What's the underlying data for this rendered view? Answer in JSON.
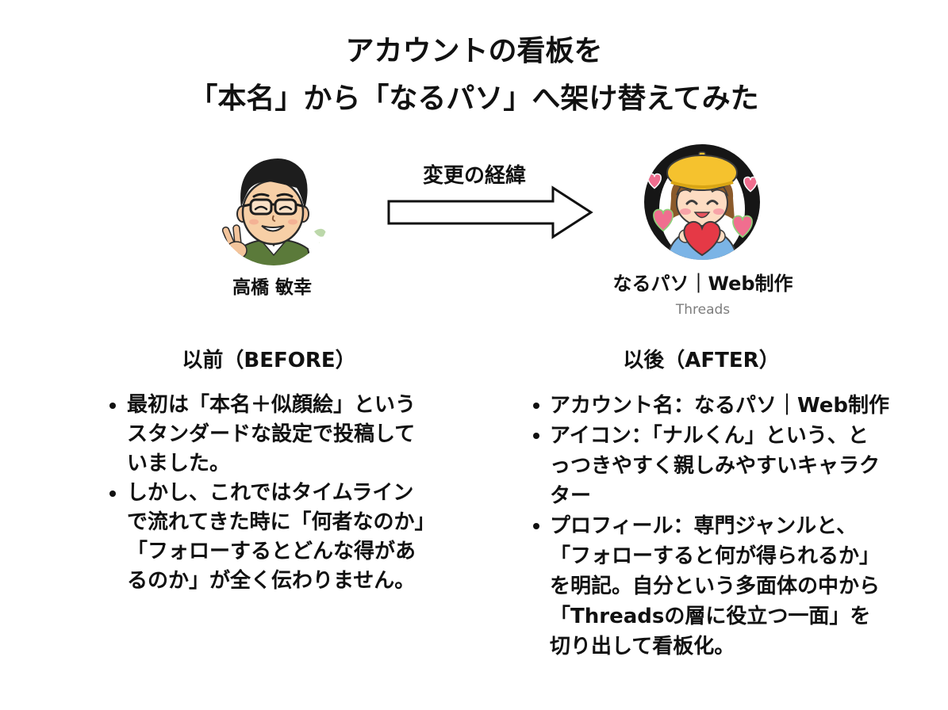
{
  "title": {
    "line1": "アカウントの看板を",
    "line2": "「本名」から「なるパソ」へ架け替えてみた"
  },
  "arrow": {
    "label": "変更の経緯"
  },
  "before": {
    "name": "高橋 敏幸",
    "heading": "以前（BEFORE）",
    "bullets": [
      {
        "lines": [
          "最初は「本名＋似顔絵」という",
          "スタンダードな設定で投稿して",
          "いました。"
        ]
      },
      {
        "lines": [
          "しかし、これではタイムライン",
          "で流れてきた時に「何者なのか」",
          "「フォローするとどんな得があ",
          "るのか」が全く伝わりません。"
        ]
      }
    ]
  },
  "after": {
    "name": "なるパソ｜Web制作",
    "platform": "Threads",
    "heading": "以後（AFTER）",
    "bullets": [
      {
        "lines": [
          "アカウント名：なるパソ｜Web制作"
        ]
      },
      {
        "lines": [
          "アイコン：「ナルくん」という、と",
          "っつきやすく親しみやすいキャラク",
          "ター"
        ]
      },
      {
        "lines": [
          "プロフィール：専門ジャンルと、",
          "「フォローすると何が得られるか」",
          "を明記。自分という多面体の中から",
          "「Threadsの層に役立つ一面」を",
          "切り出して看板化。"
        ]
      }
    ]
  },
  "icons": {
    "arrow": "right-arrow-icon",
    "before_avatar": "portrait-illustration",
    "after_avatar": "character-illustration",
    "bullet": "bullet-dot"
  },
  "colors": {
    "text": "#111111",
    "muted": "#7d7d7d",
    "background": "#ffffff",
    "heart": "#e53946",
    "beret": "#f5c22e"
  }
}
